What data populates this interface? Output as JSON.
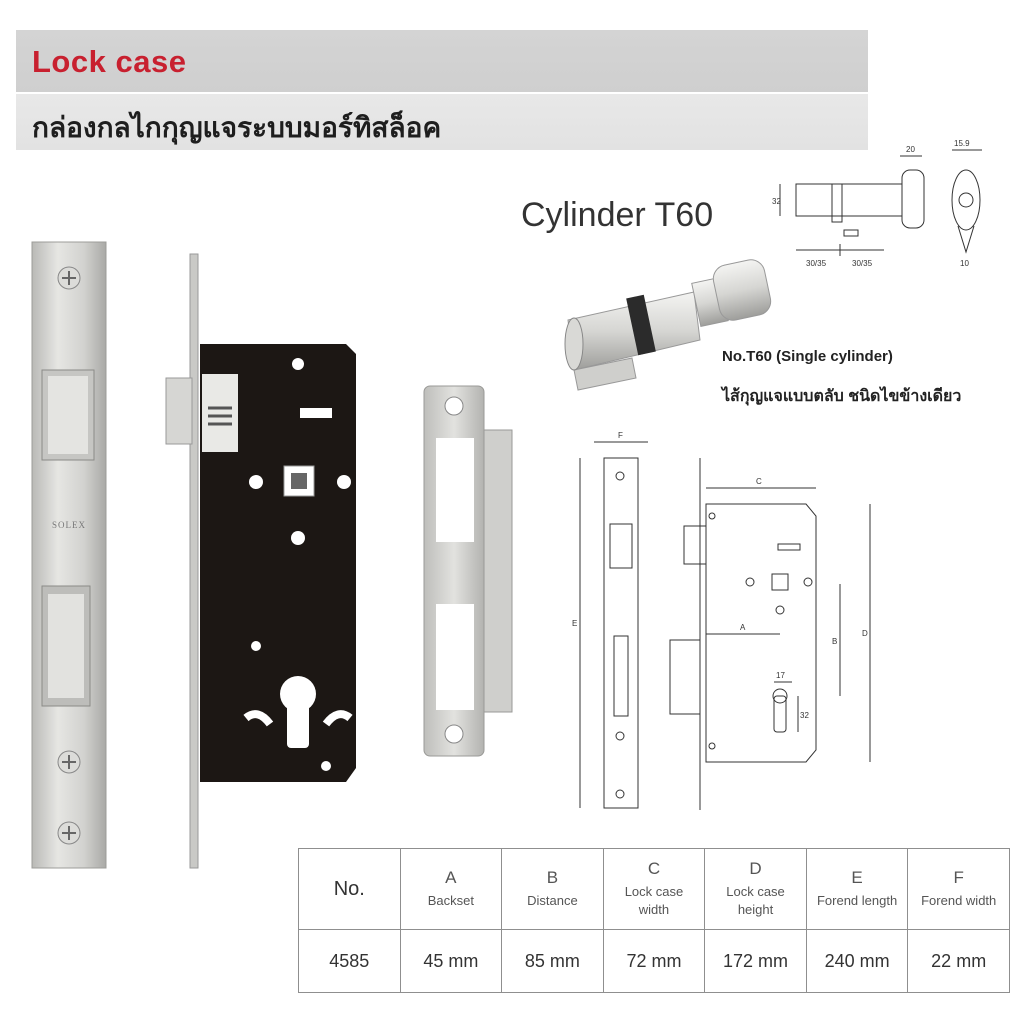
{
  "header": {
    "title_en": "Lock case",
    "title_th": "กล่องกลไกกุญแจระบบมอร์ทิสล็อค"
  },
  "cylinder": {
    "title": "Cylinder T60",
    "caption_1": "No.T60 (Single cylinder)",
    "caption_2": "ไส้กุญแจแบบตลับ ชนิดไขข้างเดียว",
    "dimensions": {
      "height": "32",
      "knob_width": "20",
      "side_width": "15.9",
      "left_length": "30/35",
      "right_length": "30/35",
      "bottom": "10"
    }
  },
  "faceplate": {
    "brand": "SOLEX"
  },
  "diagram": {
    "label_f": "F",
    "label_e": "E",
    "label_c": "C",
    "label_a": "A",
    "label_b": "B",
    "label_d": "D",
    "label_17": "17",
    "label_32": "32"
  },
  "spec_table": {
    "no_header": "No.",
    "columns": [
      {
        "letter": "A",
        "name": "Backset"
      },
      {
        "letter": "B",
        "name": "Distance"
      },
      {
        "letter": "C",
        "name": "Lock case width"
      },
      {
        "letter": "D",
        "name": "Lock case height"
      },
      {
        "letter": "E",
        "name": "Forend length"
      },
      {
        "letter": "F",
        "name": "Forend width"
      }
    ],
    "rows": [
      {
        "no": "4585",
        "values": [
          "45 mm",
          "85 mm",
          "72 mm",
          "172 mm",
          "240 mm",
          "22 mm"
        ]
      }
    ]
  },
  "colors": {
    "accent_red": "#c8202f",
    "lock_body": "#1c1714",
    "steel": "#cfcfcc"
  }
}
